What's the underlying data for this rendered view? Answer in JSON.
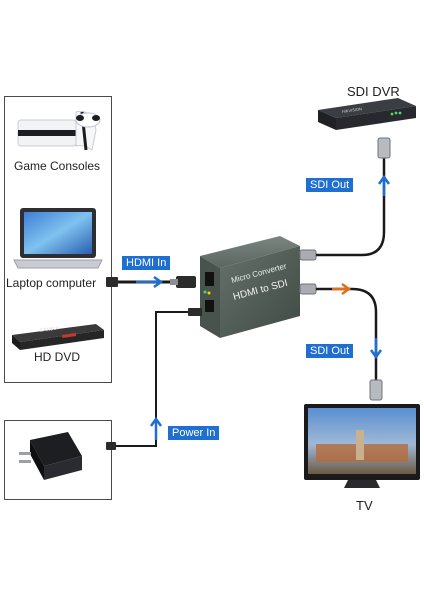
{
  "devices": {
    "game_consoles": "Game Consoles",
    "laptop": "Laptop computer",
    "hd_dvd": "HD DVD",
    "sdi_dvr": "SDI DVR",
    "tv": "TV"
  },
  "signals": {
    "hdmi_in": "HDMI In",
    "sdi_out_top": "SDI Out",
    "sdi_out_bottom": "SDI Out",
    "power_in": "Power In"
  },
  "converter": {
    "line1": "Micro Converter",
    "line2": "HDMI to SDI"
  },
  "dvd_logo": "SANSUI",
  "dvr_logo": "HIKVISION",
  "colors": {
    "tag_blue": "#1f6fd1",
    "arrow_blue": "#1f6fd1",
    "arrow_orange": "#e0701d",
    "converter_body": "#5b6660",
    "panel_border": "#4a4a4a"
  }
}
